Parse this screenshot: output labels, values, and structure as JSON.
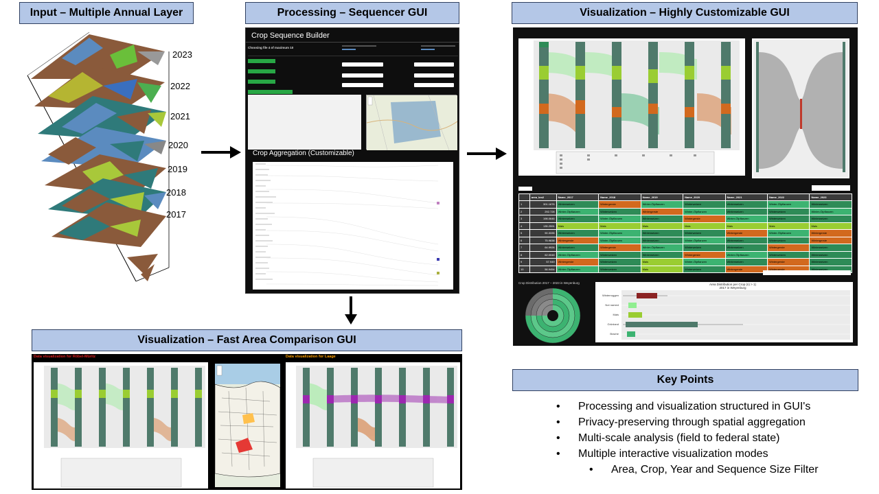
{
  "sections": {
    "input": "Input – Multiple Annual Layer",
    "processing": "Processing – Sequencer GUI",
    "vis_custom": "Visualization – Highly Customizable GUI",
    "vis_fast": "Visualization – Fast Area Comparison GUI",
    "key_points": "Key Points"
  },
  "years": [
    "2023",
    "2022",
    "2021",
    "2020",
    "2019",
    "2018",
    "2017"
  ],
  "processing_gui": {
    "app_title": "Crop Sequence Builder",
    "choosing_file": "Choosing file 4 of maximum 10",
    "aggregation_title": "Crop Aggregation (Customizable)"
  },
  "vis_custom_gui": {
    "table_columns": [
      "",
      "area_km2",
      "Name_2017",
      "Name_2018",
      "Name_2019",
      "Name_2020",
      "Name_2021",
      "Name_2022",
      "Name_2023"
    ],
    "table_rows": [
      {
        "id": "1",
        "area": "301.1676",
        "crops": [
          "Winterweizen",
          "Wintergerste",
          "Winter-Ölpflanzen",
          "Winterweizen",
          "Winterweizen",
          "Winter-Ölpflanzen",
          "Winterweizen"
        ]
      },
      {
        "id": "2",
        "area": "292.728",
        "crops": [
          "Winter-Ölpflanzen",
          "Winterweizen",
          "Wintergerste",
          "Winter-Ölpflanzen",
          "Winterweizen",
          "Winterweizen",
          "Winter-Ölpflanzen"
        ]
      },
      {
        "id": "3",
        "area": "198.0646",
        "crops": [
          "Winterweizen",
          "Winter-Ölpflanzen",
          "Winterweizen",
          "Wintergerste",
          "Winter-Ölpflanzen",
          "Winterweizen",
          "Winterweizen"
        ]
      },
      {
        "id": "4",
        "area": "135.2591",
        "crops": [
          "Mais",
          "Mais",
          "Mais",
          "Mais",
          "Mais",
          "Mais",
          "Mais"
        ]
      },
      {
        "id": "5",
        "area": "90.3335",
        "crops": [
          "Winterweizen",
          "Winter-Ölpflanzen",
          "Winterweizen",
          "Winterweizen",
          "Wintergerste",
          "Winter-Ölpflanzen",
          "Wintergerste"
        ]
      },
      {
        "id": "6",
        "area": "75.9838",
        "crops": [
          "Wintergerste",
          "Winter-Ölpflanzen",
          "Winterweizen",
          "Winter-Ölpflanzen",
          "Winterweizen",
          "Winterweizen",
          "Wintergerste"
        ]
      },
      {
        "id": "7",
        "area": "64.9926",
        "crops": [
          "Winterweizen",
          "Wintergerste",
          "Winter-Ölpflanzen",
          "Winterweizen",
          "Winterweizen",
          "Wintergerste",
          "Winterweizen"
        ]
      },
      {
        "id": "8",
        "area": "62.0048",
        "crops": [
          "Winter-Ölpflanzen",
          "Winterweizen",
          "Winterweizen",
          "Wintergerste",
          "Winter-Ölpflanzen",
          "Winterweizen",
          "Winterweizen"
        ]
      },
      {
        "id": "9",
        "area": "57.949",
        "crops": [
          "Wintergerste",
          "Winterweizen",
          "Mais",
          "Winter-Ölpflanzen",
          "Winterweizen",
          "Wintergerste",
          "Winterweizen"
        ]
      },
      {
        "id": "10",
        "area": "56.9454",
        "crops": [
          "Winter-Ölpflanzen",
          "Winterweizen",
          "Mais",
          "Winterweizen",
          "Wintergerste",
          "Wintergerste",
          "Winterweizen"
        ]
      }
    ],
    "crop_colors": {
      "Winterweizen": "#2e8b57",
      "Wintergerste": "#d2691e",
      "Winter-Ölpflanzen": "#3cb371",
      "Mais": "#9acd32"
    },
    "donut_title": "Crop Distribution 2017 – 2023 in Weyenburg",
    "boxplot_title": "Area Distribution per Crop (n) > 1)",
    "boxplot_subtitle": "2017 in Weyenburg",
    "boxplot_categories": [
      "Winterroggen",
      "Not named",
      "Mais",
      "Grünland",
      "Brache"
    ]
  },
  "vis_fast_gui": {
    "left_title": "Data visualization for Röbel-Müritz",
    "right_title": "Data visualization for Laage"
  },
  "key_points": [
    "Processing and visualization structured in GUI's",
    "Privacy-preserving through spatial aggregation",
    "Multi-scale analysis (field to federal state)",
    "Multiple interactive visualization modes"
  ],
  "sub_point": "Area, Crop, Year and Sequence Size Filter",
  "colors": {
    "title_bg": "#b4c7e7",
    "dark_panel": "#0e0e0e"
  }
}
